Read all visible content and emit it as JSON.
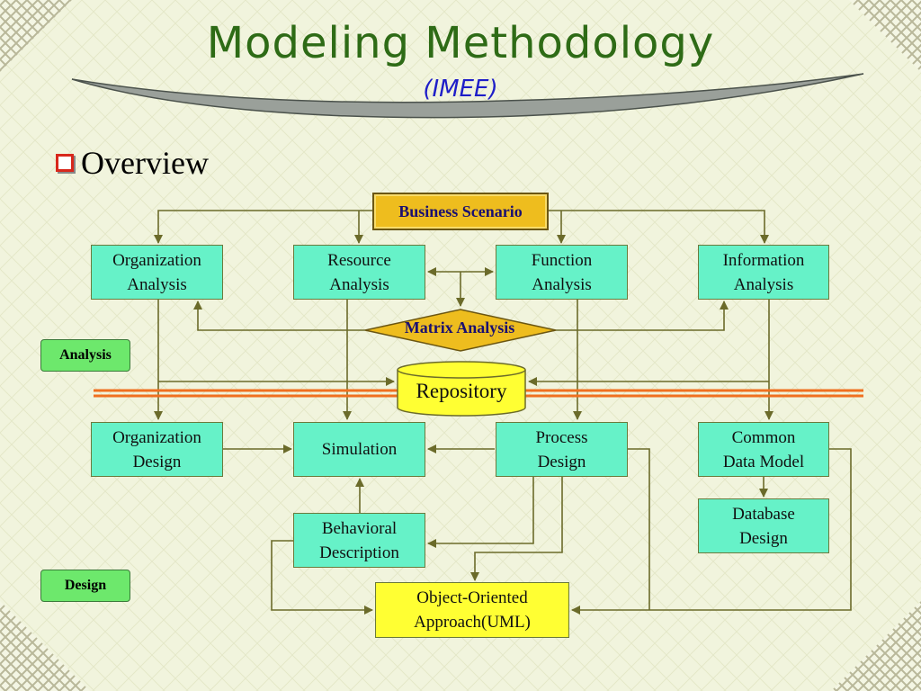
{
  "title": "Modeling Methodology",
  "subtitle": "(IMEE)",
  "bullet": "Overview",
  "nodes": {
    "business_scenario": "Business Scenario",
    "organization_analysis": "Organization\nAnalysis",
    "resource_analysis": "Resource\nAnalysis",
    "function_analysis": "Function\nAnalysis",
    "information_analysis": "Information\nAnalysis",
    "matrix_analysis": "Matrix Analysis",
    "repository": "Repository",
    "organization_design": "Organization\nDesign",
    "simulation": "Simulation",
    "process_design": "Process\nDesign",
    "common_data_model": "Common\nData Model",
    "behavioral_description": "Behavioral\nDescription",
    "database_design": "Database\nDesign",
    "object_oriented_approach": "Object-Oriented\nApproach(UML)"
  },
  "phase_labels": {
    "analysis": "Analysis",
    "design": "Design"
  },
  "colors": {
    "title": "#2e6b16",
    "subtitle": "#1e1ec8",
    "teal_box": "#66f2c8",
    "yellow_box": "#ffff33",
    "business_box": "#eebd1e",
    "phase_tag": "#6de86c",
    "divider": "#f07020",
    "connector": "#6b6b2a"
  }
}
